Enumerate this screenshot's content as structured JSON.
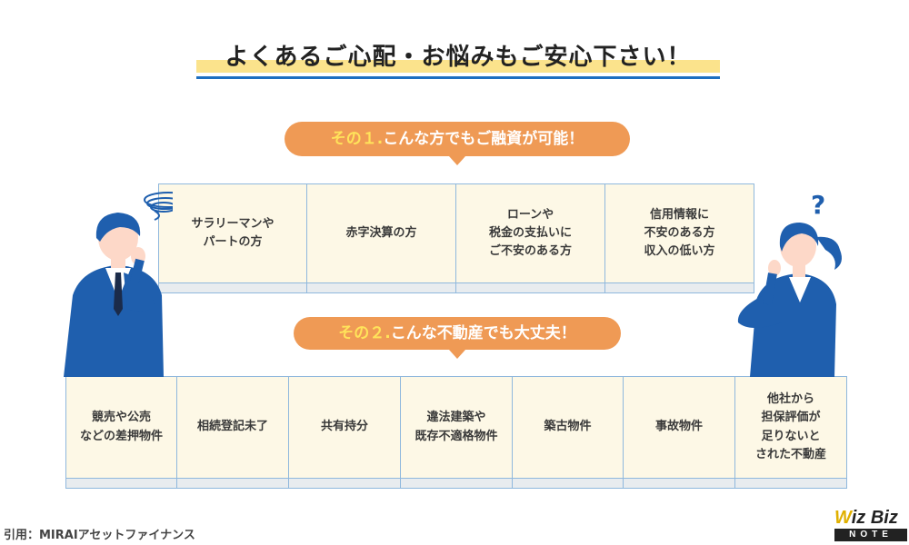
{
  "title": "よくあるご心配・お悩みもご安心下さい！",
  "section1": {
    "num": "その１.",
    "text": "こんな方でもご融資が可能！",
    "items": [
      "サラリーマンや\nパートの方",
      "赤字決算の方",
      "ローンや\n税金の支払いに\nご不安のある方",
      "信用情報に\n不安のある方\n収入の低い方"
    ]
  },
  "section2": {
    "num": "その２.",
    "text": "こんな不動産でも大丈夫！",
    "items": [
      "競売や公売\nなどの差押物件",
      "相続登記未了",
      "共有持分",
      "違法建築や\n既存不適格物件",
      "築古物件",
      "事故物件",
      "他社から\n担保評価が\n足りないと\nされた不動産"
    ]
  },
  "footer": "引用：MIRAIアセットファイナンス",
  "logo": {
    "w": "W",
    "top": "iz Biz",
    "bottom": "NOTE"
  },
  "colors": {
    "accent_orange": "#ef9a55",
    "accent_blue": "#1e6fc0",
    "box_fill": "#fdf8e6",
    "suit": "#1f5fae"
  }
}
